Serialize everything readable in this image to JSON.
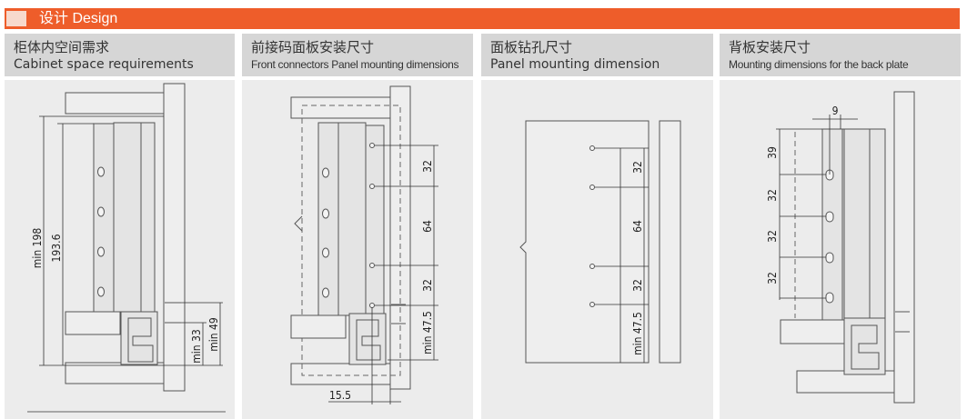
{
  "header": {
    "title": "设计 Design",
    "accent_color": "#ee5d2a",
    "icon": "arrow-flag-icon"
  },
  "panels": [
    {
      "title_cn": "柜体内空间需求",
      "title_en": "Cabinet space requirements",
      "dims": {
        "outer": "min 198",
        "inner": "193.6",
        "low1": "min 33",
        "low2": "min 49"
      }
    },
    {
      "title_cn": "前接码面板安装尺寸",
      "title_en": "Front connectors Panel mounting dimensions",
      "dims": {
        "d1": "32",
        "d2": "64",
        "d3": "32",
        "d4": "min 47.5",
        "offset": "15.5"
      }
    },
    {
      "title_cn": "面板钻孔尺寸",
      "title_en": "Panel mounting dimension",
      "dims": {
        "d1": "32",
        "d2": "64",
        "d3": "32",
        "d4": "min 47.5"
      }
    },
    {
      "title_cn": "背板安装尺寸",
      "title_en": "Mounting dimensions for the back plate",
      "dims": {
        "top": "9",
        "d1": "39",
        "d2": "32",
        "d3": "32",
        "d4": "32"
      }
    }
  ]
}
